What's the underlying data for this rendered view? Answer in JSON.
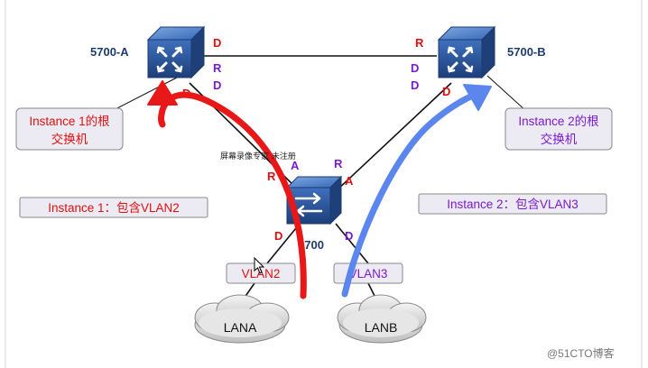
{
  "devices": {
    "sw_a": "5700-A",
    "sw_b": "5700-B",
    "sw_c": "5700"
  },
  "ports": {
    "a_top": "D",
    "a_r": "R",
    "a_d2": "D",
    "a_d3": "D",
    "b_r": "R",
    "b_d1": "D",
    "b_d2": "D",
    "b_d3": "D",
    "c_a_left": "A",
    "c_r_left": "R",
    "c_r_right": "R",
    "c_a_right": "A",
    "c_d_left": "D",
    "c_d_right": "D"
  },
  "callouts": {
    "inst1_root_line1": "Instance 1的根",
    "inst1_root_line2": "交换机",
    "inst2_root_line1": "Instance 2的根",
    "inst2_root_line2": "交换机",
    "inst1_desc": "Instance 1：包含VLAN2",
    "inst2_desc": "Instance 2：包含VLAN3"
  },
  "vlans": {
    "vlan2": "VLAN2",
    "vlan3": "VLAN3"
  },
  "lans": {
    "lana": "LANA",
    "lanb": "LANB"
  },
  "overlay": "屏幕录像专家 未注册",
  "watermark": "@51CTO博客",
  "colors": {
    "instance1": "#e01010",
    "instance2": "#7a1ad0",
    "arrow_red": "#e81818",
    "arrow_blue": "#5a86ee",
    "device_blue": "#2a5aa0",
    "callout_bg": "#eceaf2"
  },
  "icons": [
    "switch-core-icon",
    "switch-access-icon",
    "cloud-icon",
    "mouse-cursor-icon"
  ]
}
